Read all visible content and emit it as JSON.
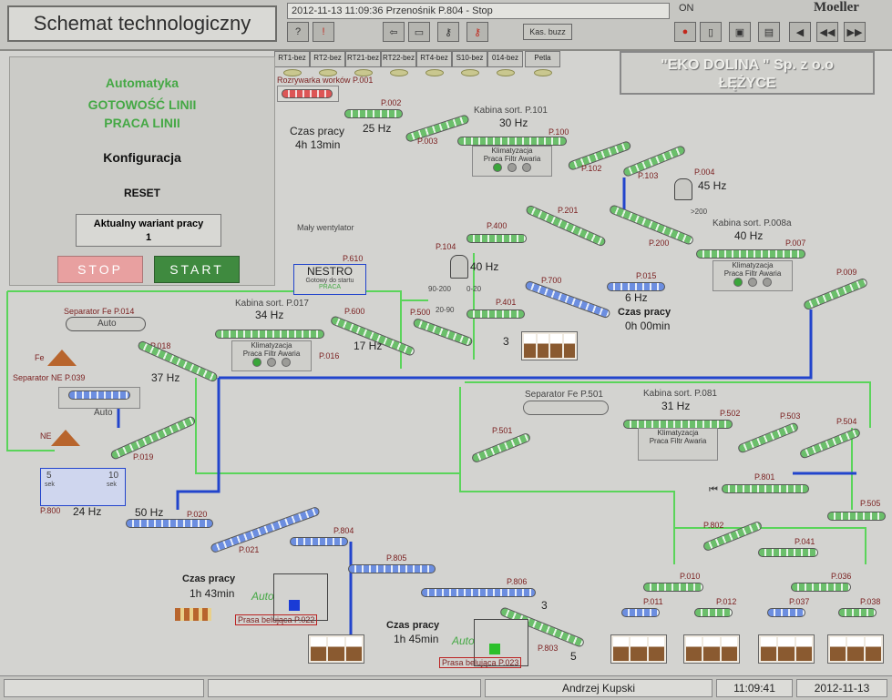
{
  "header": {
    "title": "Schemat technologiczny",
    "status": "2012-11-13 11:09:36  Przenośnik P.804 - Stop",
    "on_label": "ON",
    "brand": "Moeller",
    "kas_buzz": "Kas. buzz",
    "toolbar_left": [
      "?",
      "!"
    ],
    "toolbar_right": [
      "●",
      "▯",
      "▣",
      "▤",
      "◀",
      "◀◀",
      "▶▶"
    ]
  },
  "tabs": [
    "RT1-bez",
    "RT2-bez",
    "RT21-bez",
    "RT22-bez",
    "RT4-bez",
    "S10-bez",
    "014-bez",
    "Petla"
  ],
  "company": {
    "line1": "\"EKO DOLINA \" Sp. z o.o",
    "line2": "ŁĘŻYCE"
  },
  "control": {
    "automatyka": "Automatyka",
    "gotowosc": "GOTOWOŚĆ LINII",
    "praca": "PRACA LINII",
    "konfiguracja": "Konfiguracja",
    "reset": "RESET",
    "variant_label": "Aktualny wariant pracy",
    "variant_value": "1",
    "stop": "STOP",
    "start": "START"
  },
  "left_labels": {
    "sep_fe": "Separator Fe P.014",
    "auto1": "Auto",
    "fe": "Fe",
    "sep_ne": "Separator NE P.039",
    "auto2": "Auto",
    "ne": "NE",
    "p800": "P.800",
    "hz24": "24 Hz",
    "s5": "5",
    "s10": "10",
    "sek": "sek",
    "p018": "P.018",
    "hz37": "37 Hz",
    "p019": "P.019",
    "hz50": "50 Hz",
    "p020": "P.020",
    "p021": "P.021"
  },
  "process": {
    "czas1_label": "Czas pracy",
    "czas1_value": "4h 13min",
    "rozrywarka": "Rozrywarka worków P.001",
    "p002": "P.002",
    "hz25": "25 Hz",
    "p003": "P.003",
    "kabina101": "Kabina sort. P.101",
    "hz30": "30 Hz",
    "p100": "P.100",
    "p102": "P.102",
    "p103": "P.103",
    "p004": "P.004",
    "hz45": "45 Hz",
    "gt200": ">200",
    "kabina008a": "Kabina sort. P.008a",
    "hz40a": "40 Hz",
    "p007": "P.007",
    "p009": "P.009",
    "p201": "P.201",
    "p200": "P.200",
    "p400": "P.400",
    "p104": "P.104",
    "hz40b": "40 Hz",
    "r90_200": "90-200",
    "r0_20": "0-20",
    "r20_90": "20-90",
    "p500": "P.500",
    "p401": "P.401",
    "p700": "P.700",
    "p015": "P.015",
    "hz6": "6 Hz",
    "czas2_label": "Czas pracy",
    "czas2_value": "0h 00min",
    "sek3": "3",
    "maly_went": "Mały wentylator",
    "nestro": "NESTRO",
    "nestro_sub": "Gotowy do startu",
    "nestro_praca": "PRACA",
    "p610": "P.610",
    "kabina017": "Kabina sort. P.017",
    "hz34": "34 Hz",
    "p600": "P.600",
    "hz17": "17 Hz",
    "p016": "P.016",
    "sepfe501": "Separator Fe P.501",
    "kabina081": "Kabina sort. P.081",
    "hz31": "31 Hz",
    "p501": "P.501",
    "p502": "P.502",
    "p503": "P.503",
    "p504": "P.504",
    "p505": "P.505",
    "p801": "P.801",
    "p802": "P.802",
    "p041": "P.041",
    "p010": "P.010",
    "p036": "P.036",
    "p011": "P.011",
    "p012": "P.012",
    "p037": "P.037",
    "p038": "P.038",
    "p804": "P.804",
    "p805": "P.805",
    "p806": "P.806",
    "p803": "P.803",
    "sek3b": "3",
    "sek5": "5",
    "czas3_label": "Czas pracy",
    "czas3_value": "1h 43min",
    "auto3": "Auto",
    "prasa022": "Prasa belująca P.022",
    "czas4_label": "Czas pracy",
    "czas4_value": "1h 45min",
    "auto4": "Auto",
    "prasa023": "Prasa belująca P.023"
  },
  "cabin_text": {
    "klimatyzacja": "Klimatyzacja",
    "praca": "Praca",
    "filtr": "Filtr",
    "awaria": "Awaria"
  },
  "footer": {
    "user": "Andrzej Kupski",
    "time": "11:09:41",
    "date": "2012-11-13"
  }
}
